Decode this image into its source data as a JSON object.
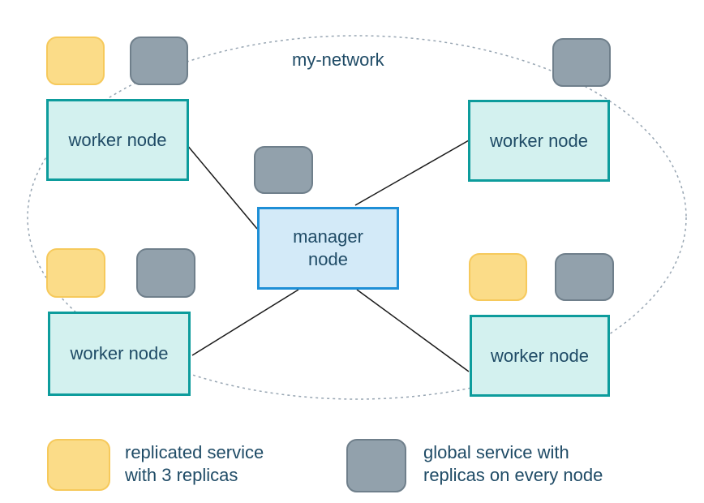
{
  "diagram": {
    "network_label": "my-network",
    "manager_label": "manager node",
    "worker_labels": [
      "worker node",
      "worker node",
      "worker node",
      "worker node"
    ]
  },
  "legend": {
    "replicated": {
      "line1": "replicated service",
      "line2": "with 3 replicas"
    },
    "global": {
      "line1": "global service with",
      "line2": "replicas on every node"
    }
  },
  "icons": {
    "replicated_service": "yellow-rounded-square-icon",
    "global_service": "gray-rounded-square-icon"
  },
  "colors": {
    "worker_fill": "#D3F1EF",
    "worker_border": "#0D9C9C",
    "manager_fill": "#D3EAF8",
    "manager_border": "#1E8FD6",
    "replicated_fill": "#FBDC88",
    "replicated_border": "#F6C95B",
    "global_fill": "#92A1AC",
    "global_border": "#6F7F8B",
    "text": "#1F4B66",
    "link": "#1A1A1A",
    "boundary_dash": "#97A5B2"
  }
}
